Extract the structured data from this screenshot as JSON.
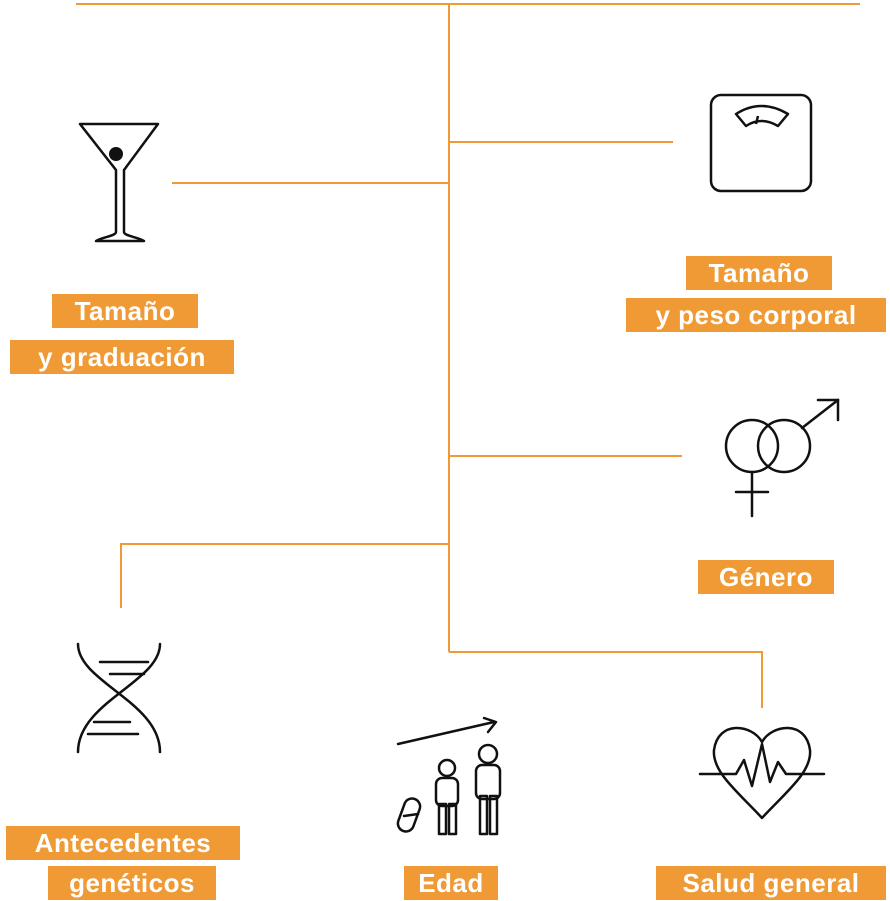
{
  "colors": {
    "accent": "#f09a36",
    "icon_stroke": "#111111",
    "label_text": "#ffffff",
    "background": "#ffffff"
  },
  "factors": [
    {
      "id": "drink",
      "icon": "martini-glass-icon",
      "lines": [
        "Tamaño",
        "y graduación"
      ]
    },
    {
      "id": "body",
      "icon": "bathroom-scale-icon",
      "lines": [
        "Tamaño",
        "y peso corporal"
      ]
    },
    {
      "id": "gender",
      "icon": "gender-symbols-icon",
      "lines": [
        "Género"
      ]
    },
    {
      "id": "genetics",
      "icon": "dna-helix-icon",
      "lines": [
        "Antecedentes",
        "genéticos"
      ]
    },
    {
      "id": "age",
      "icon": "age-growth-icon",
      "lines": [
        "Edad"
      ]
    },
    {
      "id": "health",
      "icon": "heart-pulse-icon",
      "lines": [
        "Salud general"
      ]
    }
  ]
}
